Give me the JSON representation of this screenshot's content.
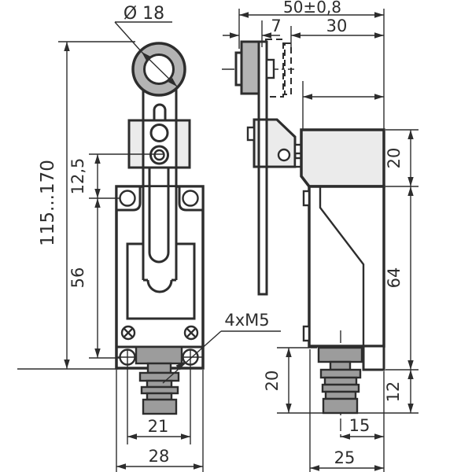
{
  "front": {
    "dims": {
      "roller_diameter": "Ø 18",
      "height_range": "115...170",
      "pivot_to_holes": "12,5",
      "hole_spacing": "56",
      "hole_pitch": "21",
      "body_width": "28",
      "thread_callout": "4xM5"
    }
  },
  "side": {
    "dims": {
      "overall_width": "50±0,8",
      "roller_width": "7",
      "head_depth": "30",
      "head_height": "20",
      "body_height": "64",
      "gland_length": "20",
      "foot_height": "12",
      "gland_to_back": "15",
      "body_depth": "25"
    }
  },
  "colors": {
    "line": "#2d2d2d",
    "roller_fill": "#b3b3b3",
    "housing_fill": "#ebebeb",
    "gland_fill": "#9c9c9c",
    "background": "#ffffff"
  }
}
